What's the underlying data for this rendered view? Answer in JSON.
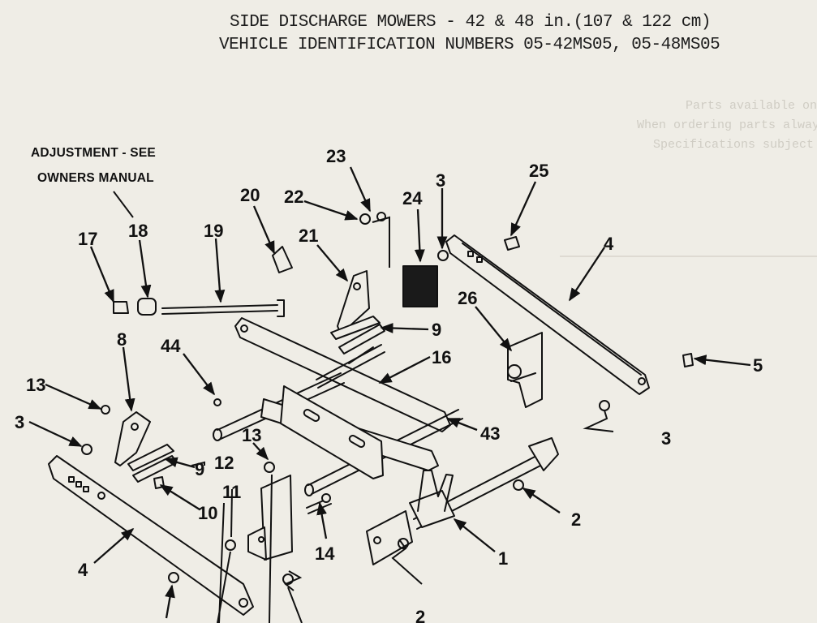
{
  "header": {
    "title_line1": "SIDE DISCHARGE MOWERS - 42 & 48 in.(107 & 122 cm)",
    "title_line2": "VEHICLE IDENTIFICATION NUMBERS 05-42MS05, 05-48MS05"
  },
  "note": {
    "line1": "ADJUSTMENT - SEE",
    "line2": "OWNERS MANUAL"
  },
  "show_through_text": [
    "Parts available only through authorized dealers.",
    "When ordering parts always list Part No. and Description.",
    "Specifications subject to change without notice."
  ],
  "callouts": [
    "23",
    "24",
    "3",
    "25",
    "22",
    "20",
    "21",
    "4",
    "17",
    "18",
    "19",
    "26",
    "9",
    "8",
    "44",
    "16",
    "13",
    "3",
    "5",
    "43",
    "3",
    "13",
    "12",
    "9",
    "11",
    "10",
    "14",
    "2",
    "4",
    "1",
    "2"
  ],
  "colors": {
    "paper": "#efede6",
    "ink": "#111111"
  }
}
